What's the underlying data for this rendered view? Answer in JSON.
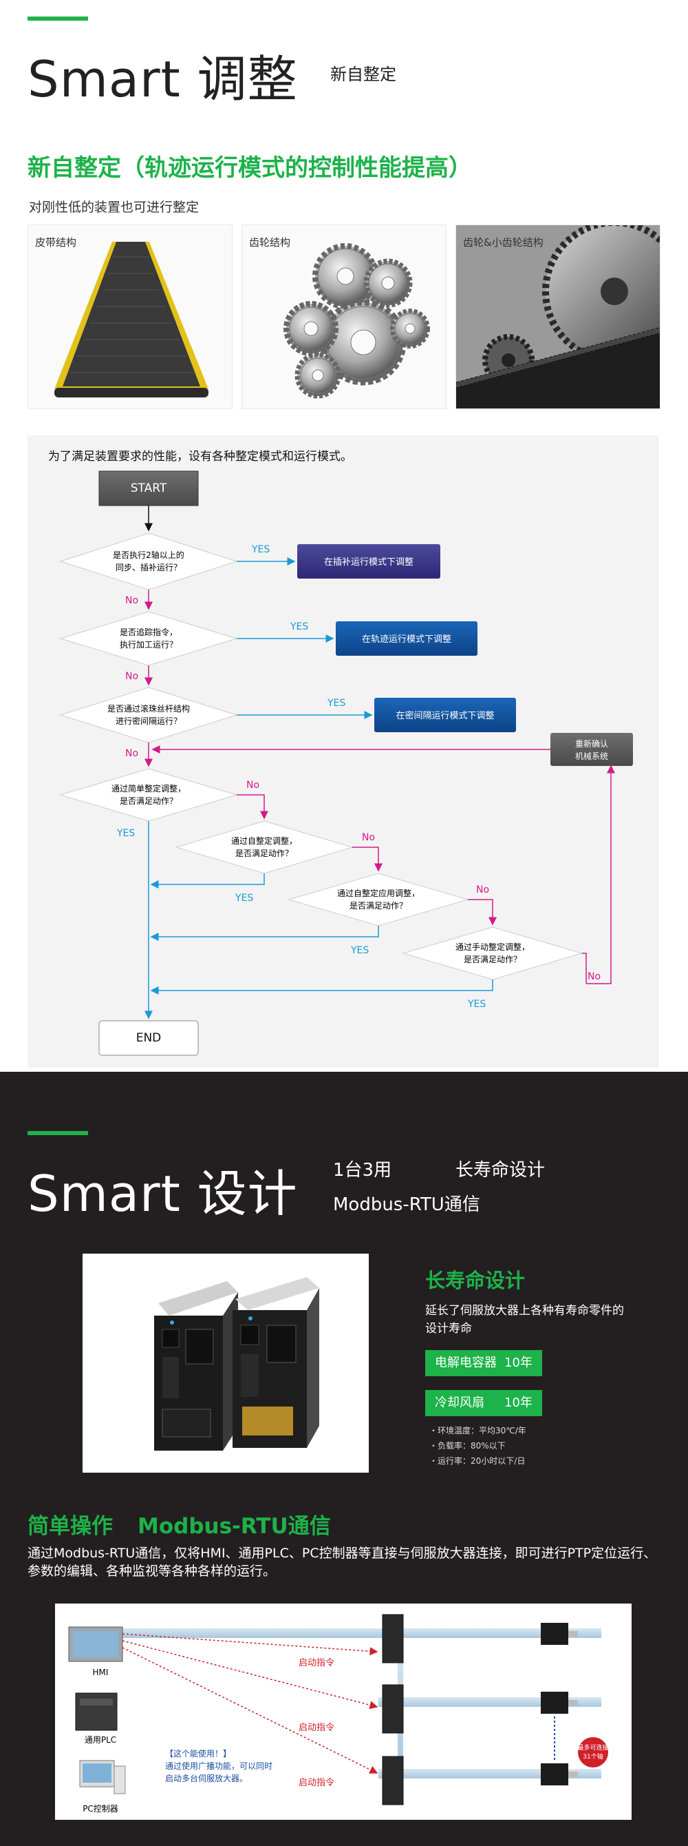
{
  "section1": {
    "title": "Smart 调整",
    "subtitle": "新自整定",
    "heading": "新自整定（轨迹运行模式的控制性能提高）",
    "caption": "对刚性低的装置也可进行整定",
    "cards": [
      {
        "label": "皮带结构"
      },
      {
        "label": "齿轮结构"
      },
      {
        "label": "齿轮&小齿轮结构"
      }
    ]
  },
  "flow": {
    "intro": "为了满足装置要求的性能，设有各种整定模式和运行模式。",
    "start": "START",
    "end": "END",
    "q1": [
      "是否执行2轴以上的",
      "同步、插补运行？"
    ],
    "q2": [
      "是否追踪指令，",
      "执行加工运行？"
    ],
    "q3": [
      "是否通过滚珠丝杆结构",
      "进行密间隔运行？"
    ],
    "q4": [
      "通过简单整定调整，",
      "是否满足动作？"
    ],
    "q5": [
      "通过自整定调整，",
      "是否满足动作？"
    ],
    "q6": [
      "通过自整定应用调整，",
      "是否满足动作？"
    ],
    "q7": [
      "通过手动整定调整，",
      "是否满足动作？"
    ],
    "a1": "在插补运行模式下调整",
    "a2": "在轨迹运行模式下调整",
    "a3": "在密间隔运行模式下调整",
    "recheck": [
      "重新确认",
      "机械系统"
    ],
    "yes": "YES",
    "no": "No"
  },
  "section2": {
    "title": "Smart 设计",
    "features": [
      "1台3用",
      "长寿命设计",
      "Modbus-RTU通信"
    ],
    "life_title": "长寿命设计",
    "life_desc": "延长了伺服放大器上各种有寿命零件的设计寿命",
    "pills": [
      {
        "name": "电解电容器",
        "value": "10年"
      },
      {
        "name": "冷却风扇",
        "value": "10年"
      }
    ],
    "notes": [
      "・环境温度：平均30℃/年",
      "・负载率：80%以下",
      "・运行率：20小时以下/日"
    ],
    "op_title_1": "简单操作",
    "op_title_2": "Modbus-RTU通信",
    "op_desc": "通过Modbus-RTU通信，仅将HMI、通用PLC、PC控制器等直接与伺服放大器连接，即可进行PTP定位运行、参数的编辑、各种监视等各种各样的运行。"
  },
  "network": {
    "hmi": "HMI",
    "plc": "通用PLC",
    "pc": "PC控制器",
    "cmd": "启动指令",
    "broadcast_title": "【这个能使用！】",
    "broadcast_desc": [
      "通过使用广播功能，可以同时",
      "启动多台伺服放大器。"
    ],
    "max_badge": [
      "最多可连接",
      "31个轴"
    ]
  },
  "colors": {
    "accent": "#1db24a",
    "dark_bg": "#231f20",
    "yes_blue": "#1a9ad6",
    "no_magenta": "#d6198a"
  }
}
